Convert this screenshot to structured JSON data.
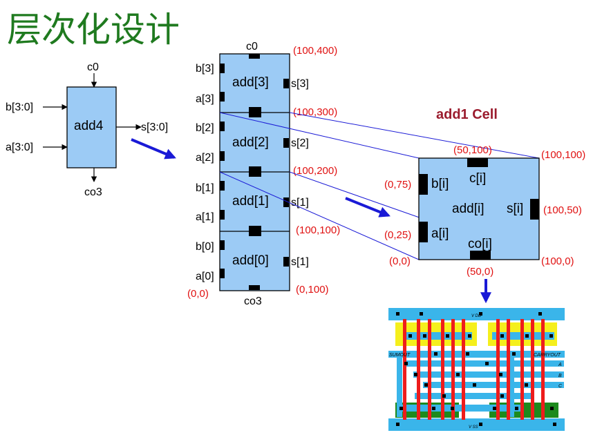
{
  "title": "层次化设计",
  "add4": {
    "name": "add4",
    "cin": "c0",
    "in_b": "b[3:0]",
    "in_a": "a[3:0]",
    "out_s": "s[3:0]",
    "cout": "co3"
  },
  "stack": {
    "top_label": "c0",
    "bottom_label": "co3",
    "cells": [
      {
        "name": "add[3]",
        "b": "b[3]",
        "a": "a[3]",
        "s": "s[3]"
      },
      {
        "name": "add[2]",
        "b": "b[2]",
        "a": "a[2]",
        "s": "s[2]"
      },
      {
        "name": "add[1]",
        "b": "b[1]",
        "a": "a[1]",
        "s": "s[1]"
      },
      {
        "name": "add[0]",
        "b": "b[0]",
        "a": "a[0]",
        "s": "s[1]"
      }
    ],
    "coords": {
      "top": "(100,400)",
      "c3": "(100,300)",
      "c2": "(100,200)",
      "c1": "(100,100)",
      "origin": "(0,0)",
      "bottom": "(0,100)"
    }
  },
  "cell": {
    "heading": "add1 Cell",
    "name": "add[i]",
    "c": "c[i]",
    "b": "b[i]",
    "a": "a[i]",
    "s": "s[i]",
    "co": "co[i]",
    "coords": {
      "top_mid": "(50,100)",
      "top_right": "(100,100)",
      "left_upper": "(0,75)",
      "left_lower": "(0,25)",
      "right_mid": "(100,50)",
      "origin": "(0,0)",
      "bottom_right": "(100,0)",
      "bottom_mid": "(50,0)"
    }
  },
  "layout": {
    "vdd": "V DD",
    "vss": "V SS",
    "sumout": "SUMOUT",
    "carryout": "CARRYOUT",
    "rails": [
      "A",
      "B",
      "C"
    ]
  },
  "colors": {
    "title": "#1f7a1f",
    "block_fill": "#9ccbf5",
    "coord_text": "#e01010",
    "arrow": "#1a1ad6",
    "metal": "#3ab5ea",
    "poly": "#ee1c1c",
    "diffusion_p": "#f5ef1c",
    "diffusion_n": "#1d8a1d"
  }
}
